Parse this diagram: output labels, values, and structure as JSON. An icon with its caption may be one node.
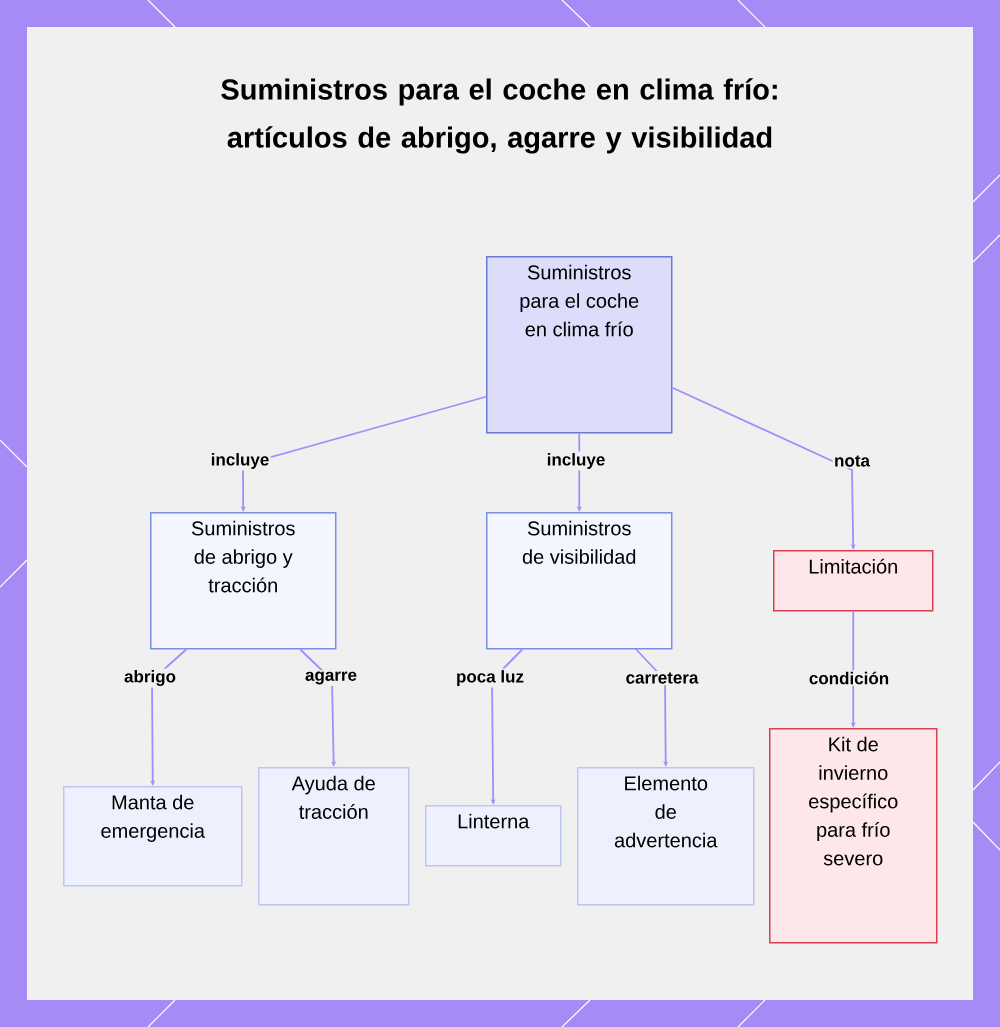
{
  "diagram": {
    "title": "Suministros para el coche en clima frío: artículos de abrigo, agarre y visibilidad",
    "nodes": [
      {
        "text": [
          "Suministros para el coche en clima frío"
        ]
      },
      {
        "text": [
          "Suministros de abrigo y tracción"
        ]
      },
      {
        "text": [
          "Suministros de visibilidad"
        ]
      },
      {
        "text": [
          "Limitación"
        ]
      },
      {
        "text": [
          "Manta de emergencia"
        ]
      },
      {
        "text": [
          "Ayuda de tracción"
        ]
      },
      {
        "text": [
          "Linterna"
        ]
      },
      {
        "text": [
          "Elemento de advertencia"
        ]
      },
      {
        "text": [
          "Kit de invierno específico para frío severo"
        ]
      }
    ],
    "edges": [
      {
        "from": 0,
        "to": 1,
        "arrow": "to",
        "label": "incluye"
      },
      {
        "from": 0,
        "to": 2,
        "arrow": "to",
        "label": "incluye"
      },
      {
        "from": 0,
        "to": 3,
        "arrow": "to",
        "label": "nota"
      },
      {
        "from": 1,
        "to": 4,
        "arrow": "to",
        "label": "abrigo"
      },
      {
        "from": 1,
        "to": 5,
        "arrow": "to",
        "label": "agarre"
      },
      {
        "from": 2,
        "to": 6,
        "arrow": "to",
        "label": "poca luz"
      },
      {
        "from": 2,
        "to": 7,
        "arrow": "to",
        "label": "carretera"
      },
      {
        "from": 3,
        "to": 8,
        "arrow": "to",
        "label": "condición"
      }
    ]
  }
}
